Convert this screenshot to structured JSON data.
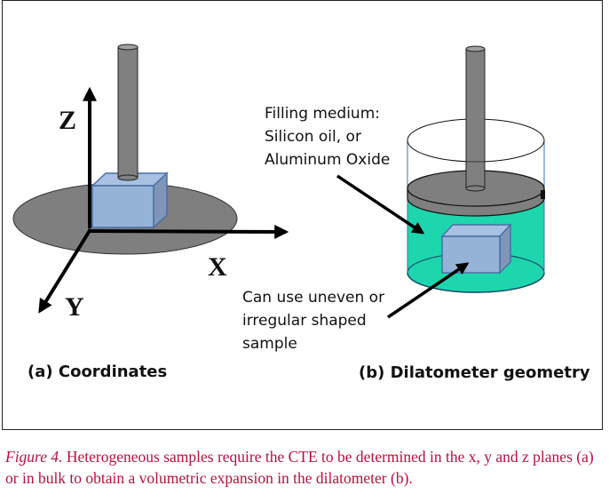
{
  "panel_a": {
    "axis_labels": {
      "z": "Z",
      "x": "X",
      "y": "Y"
    },
    "title": "(a) Coordinates"
  },
  "panel_b": {
    "filling_medium_label": [
      "Filling medium:",
      "Silicon oil, or",
      "Aluminum Oxide"
    ],
    "sample_label": [
      "Can use uneven or",
      "irregular shaped",
      "sample"
    ],
    "title": "(b) Dilatometer geometry"
  },
  "colors": {
    "platform_gray": "#7f7f7f",
    "rod_gray": "#808080",
    "sample_blue": "#95b3d7",
    "sample_side_blue": "#7f96b8",
    "sample_edge": "#4a6fa5",
    "filling_teal": "#1ed6ad",
    "caption_red": "#b5123c"
  },
  "caption": {
    "figure_label": "Figure 4.",
    "text": " Heterogeneous samples require the CTE to be determined in the x, y and z planes (a) or in bulk to obtain a volumetric expansion in the dilatometer (b)."
  }
}
